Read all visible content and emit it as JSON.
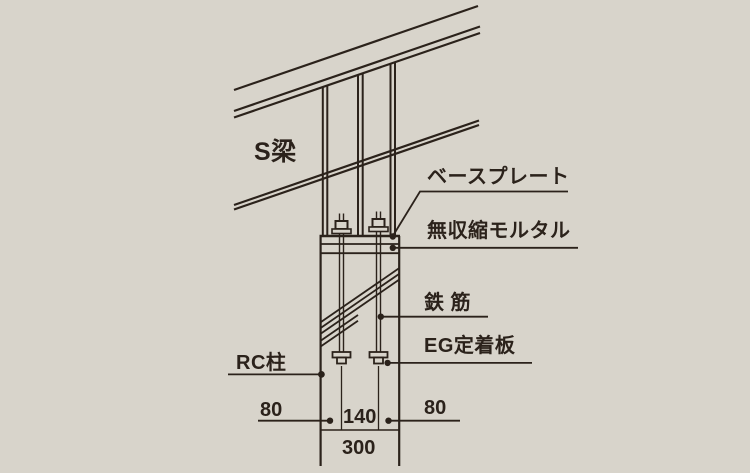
{
  "labels": {
    "s_beam": "S梁",
    "base_plate": "ベースプレート",
    "mortar": "無収縮モルタル",
    "rebar": "鉄 筋",
    "eg_plate": "EG定着板",
    "rc_column": "RC柱"
  },
  "dimensions": {
    "left_offset": "80",
    "bolt_spacing": "140",
    "right_offset": "80",
    "total_width": "300"
  },
  "colors": {
    "background": "#d8d4cb",
    "ink": "#2b221b"
  }
}
